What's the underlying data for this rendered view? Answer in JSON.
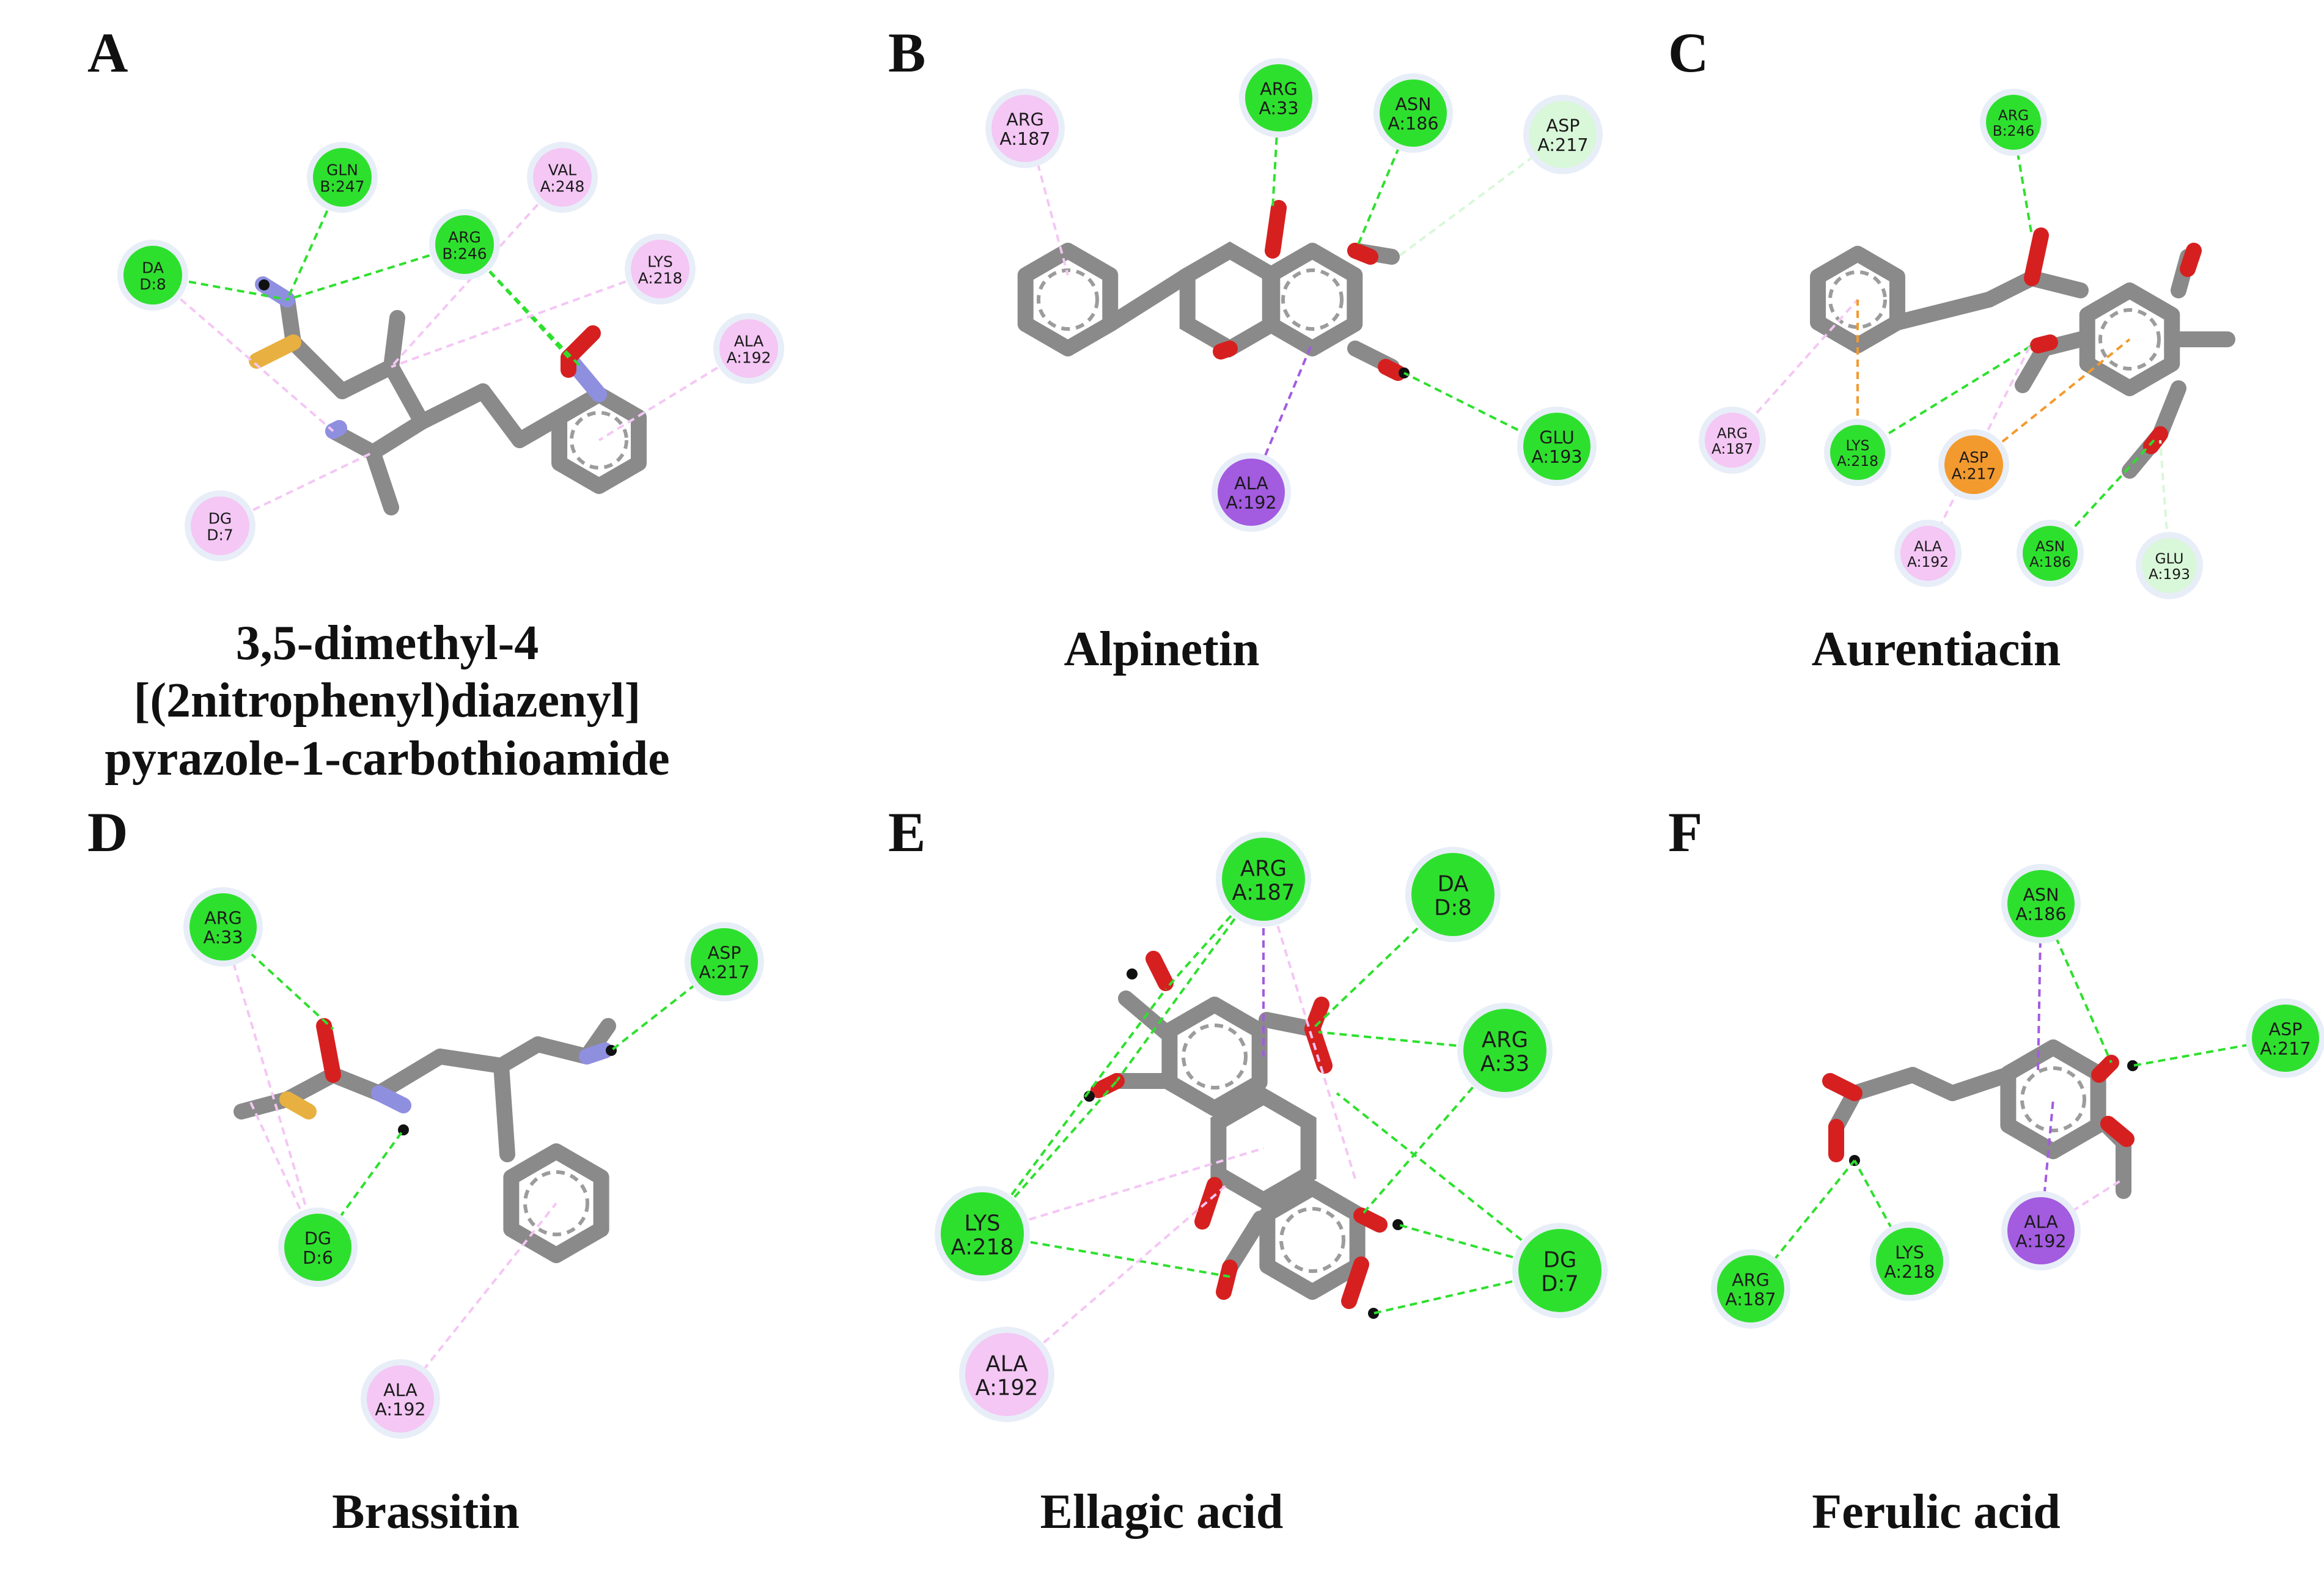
{
  "colors": {
    "conventional_hbond": "#2ee02e",
    "carbon_hbond": "#d9f7d9",
    "alkyl_pi_alkyl": "#f4c7f4",
    "pi_sigma": "#a35be0",
    "pi_anion": "#f39a2e",
    "bond": "#8a8a8a",
    "oxygen": "#d62020",
    "nitrogen": "#8f8fe0",
    "sulfur": "#e8b040",
    "hydrogen": "#f0f0f0"
  },
  "panels": [
    {
      "letter": "A",
      "title_lines": [
        "3,5-dimethyl-4 [(2nitrophenyl)diazenyl]",
        "pyrazole-1-carbothioamide"
      ],
      "residues": [
        {
          "id": "DA",
          "num": "D:8",
          "kind": "conventional_hbond"
        },
        {
          "id": "GLN",
          "num": "B:247",
          "kind": "conventional_hbond"
        },
        {
          "id": "ARG",
          "num": "B:246",
          "kind": "conventional_hbond"
        },
        {
          "id": "VAL",
          "num": "A:248",
          "kind": "alkyl_pi_alkyl"
        },
        {
          "id": "LYS",
          "num": "A:218",
          "kind": "alkyl_pi_alkyl"
        },
        {
          "id": "ALA",
          "num": "A:192",
          "kind": "alkyl_pi_alkyl"
        },
        {
          "id": "DG",
          "num": "D:7",
          "kind": "alkyl_pi_alkyl"
        }
      ]
    },
    {
      "letter": "B",
      "title_lines": [
        "Alpinetin"
      ],
      "residues": [
        {
          "id": "ARG",
          "num": "A:187",
          "kind": "alkyl_pi_alkyl"
        },
        {
          "id": "ARG",
          "num": "A:33",
          "kind": "conventional_hbond"
        },
        {
          "id": "ASN",
          "num": "A:186",
          "kind": "conventional_hbond"
        },
        {
          "id": "ASP",
          "num": "A:217",
          "kind": "carbon_hbond"
        },
        {
          "id": "GLU",
          "num": "A:193",
          "kind": "conventional_hbond"
        },
        {
          "id": "ALA",
          "num": "A:192",
          "kind": "pi_sigma"
        }
      ]
    },
    {
      "letter": "C",
      "title_lines": [
        "Aurentiacin"
      ],
      "residues": [
        {
          "id": "ARG",
          "num": "B:246",
          "kind": "conventional_hbond"
        },
        {
          "id": "ARG",
          "num": "A:187",
          "kind": "alkyl_pi_alkyl"
        },
        {
          "id": "LYS",
          "num": "A:218",
          "kind": "conventional_hbond"
        },
        {
          "id": "ASP",
          "num": "A:217",
          "kind": "pi_anion"
        },
        {
          "id": "ALA",
          "num": "A:192",
          "kind": "alkyl_pi_alkyl"
        },
        {
          "id": "ASN",
          "num": "A:186",
          "kind": "conventional_hbond"
        },
        {
          "id": "GLU",
          "num": "A:193",
          "kind": "carbon_hbond"
        }
      ]
    },
    {
      "letter": "D",
      "title_lines": [
        "Brassitin"
      ],
      "residues": [
        {
          "id": "ARG",
          "num": "A:33",
          "kind": "conventional_hbond"
        },
        {
          "id": "ASP",
          "num": "A:217",
          "kind": "conventional_hbond"
        },
        {
          "id": "DG",
          "num": "D:6",
          "kind": "conventional_hbond"
        },
        {
          "id": "ALA",
          "num": "A:192",
          "kind": "alkyl_pi_alkyl"
        }
      ]
    },
    {
      "letter": "E",
      "title_lines": [
        "Ellagic acid"
      ],
      "residues": [
        {
          "id": "ARG",
          "num": "A:187",
          "kind": "conventional_hbond"
        },
        {
          "id": "DA",
          "num": "D:8",
          "kind": "conventional_hbond"
        },
        {
          "id": "ARG",
          "num": "A:33",
          "kind": "conventional_hbond"
        },
        {
          "id": "LYS",
          "num": "A:218",
          "kind": "conventional_hbond"
        },
        {
          "id": "DG",
          "num": "D:7",
          "kind": "conventional_hbond"
        },
        {
          "id": "ALA",
          "num": "A:192",
          "kind": "alkyl_pi_alkyl"
        }
      ]
    },
    {
      "letter": "F",
      "title_lines": [
        "Ferulic acid"
      ],
      "residues": [
        {
          "id": "ASN",
          "num": "A:186",
          "kind": "conventional_hbond"
        },
        {
          "id": "ASP",
          "num": "A:217",
          "kind": "conventional_hbond"
        },
        {
          "id": "ARG",
          "num": "A:187",
          "kind": "conventional_hbond"
        },
        {
          "id": "LYS",
          "num": "A:218",
          "kind": "conventional_hbond"
        },
        {
          "id": "ALA",
          "num": "A:192",
          "kind": "pi_sigma"
        }
      ]
    }
  ]
}
